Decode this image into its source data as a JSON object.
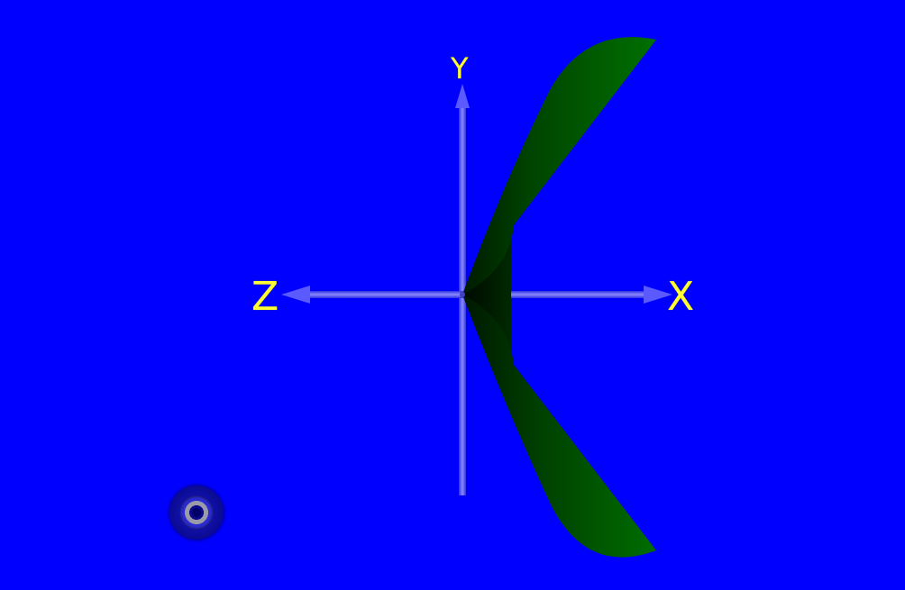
{
  "scene": {
    "background": "#0000ff",
    "surface_color": "#006a00",
    "surface_shadow": "#001a00",
    "axis_color": "#5a5aff",
    "label_color": "#ffff33"
  },
  "axes": {
    "x_label": "X",
    "y_label": "Y",
    "z_label": "Z"
  },
  "controls": {
    "view_control_icon": "target-icon"
  }
}
